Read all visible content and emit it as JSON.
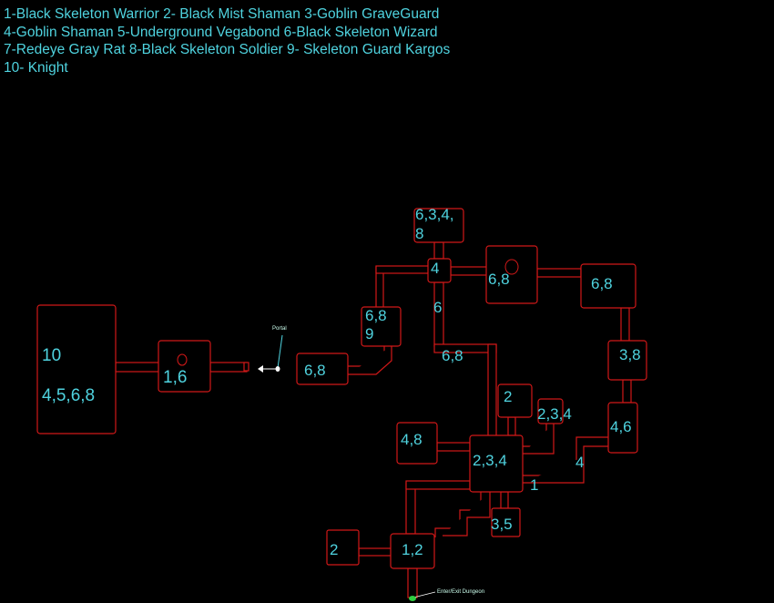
{
  "legend": [
    "1-Black Skeleton Warrior  2- Black Mist Shaman  3-Goblin GraveGuard",
    "4-Goblin Shaman 5-Underground Vegabond  6-Black Skeleton Wizard",
    "7-Redeye Gray Rat  8-Black Skeleton Soldier  9- Skeleton Guard Kargos",
    "10- Knight"
  ],
  "rooms": {
    "boss": {
      "line1": "10",
      "line2": "4,5,6,8"
    },
    "west": "1,6",
    "portal_room": "6,8",
    "nw_mid": {
      "line1": "6,8",
      "line2": "9"
    },
    "top": {
      "line1": "6,3,4,",
      "line2": "8"
    },
    "junction_top": "4",
    "pillar_room": "6,8",
    "far_east": "6,8",
    "east_mid": "3,8",
    "east_low": "4,6",
    "mid": "6,8",
    "small_2_upper": "2",
    "ne_small": "2,3,4",
    "west_lower": "4,8",
    "center": "2,3,4",
    "south_small": "3,5",
    "entry": "1,2",
    "sw_small": "2"
  },
  "corridor_labels": {
    "vertical_6": "6",
    "side_4": "4",
    "side_1": "1"
  },
  "markers": {
    "portal": "Portal",
    "entrance": "Enter/Exit Dungeon"
  },
  "colors": {
    "wall": "#d01818",
    "label": "#4fd3df",
    "background": "#000000",
    "entrance": "#2ecc40"
  }
}
